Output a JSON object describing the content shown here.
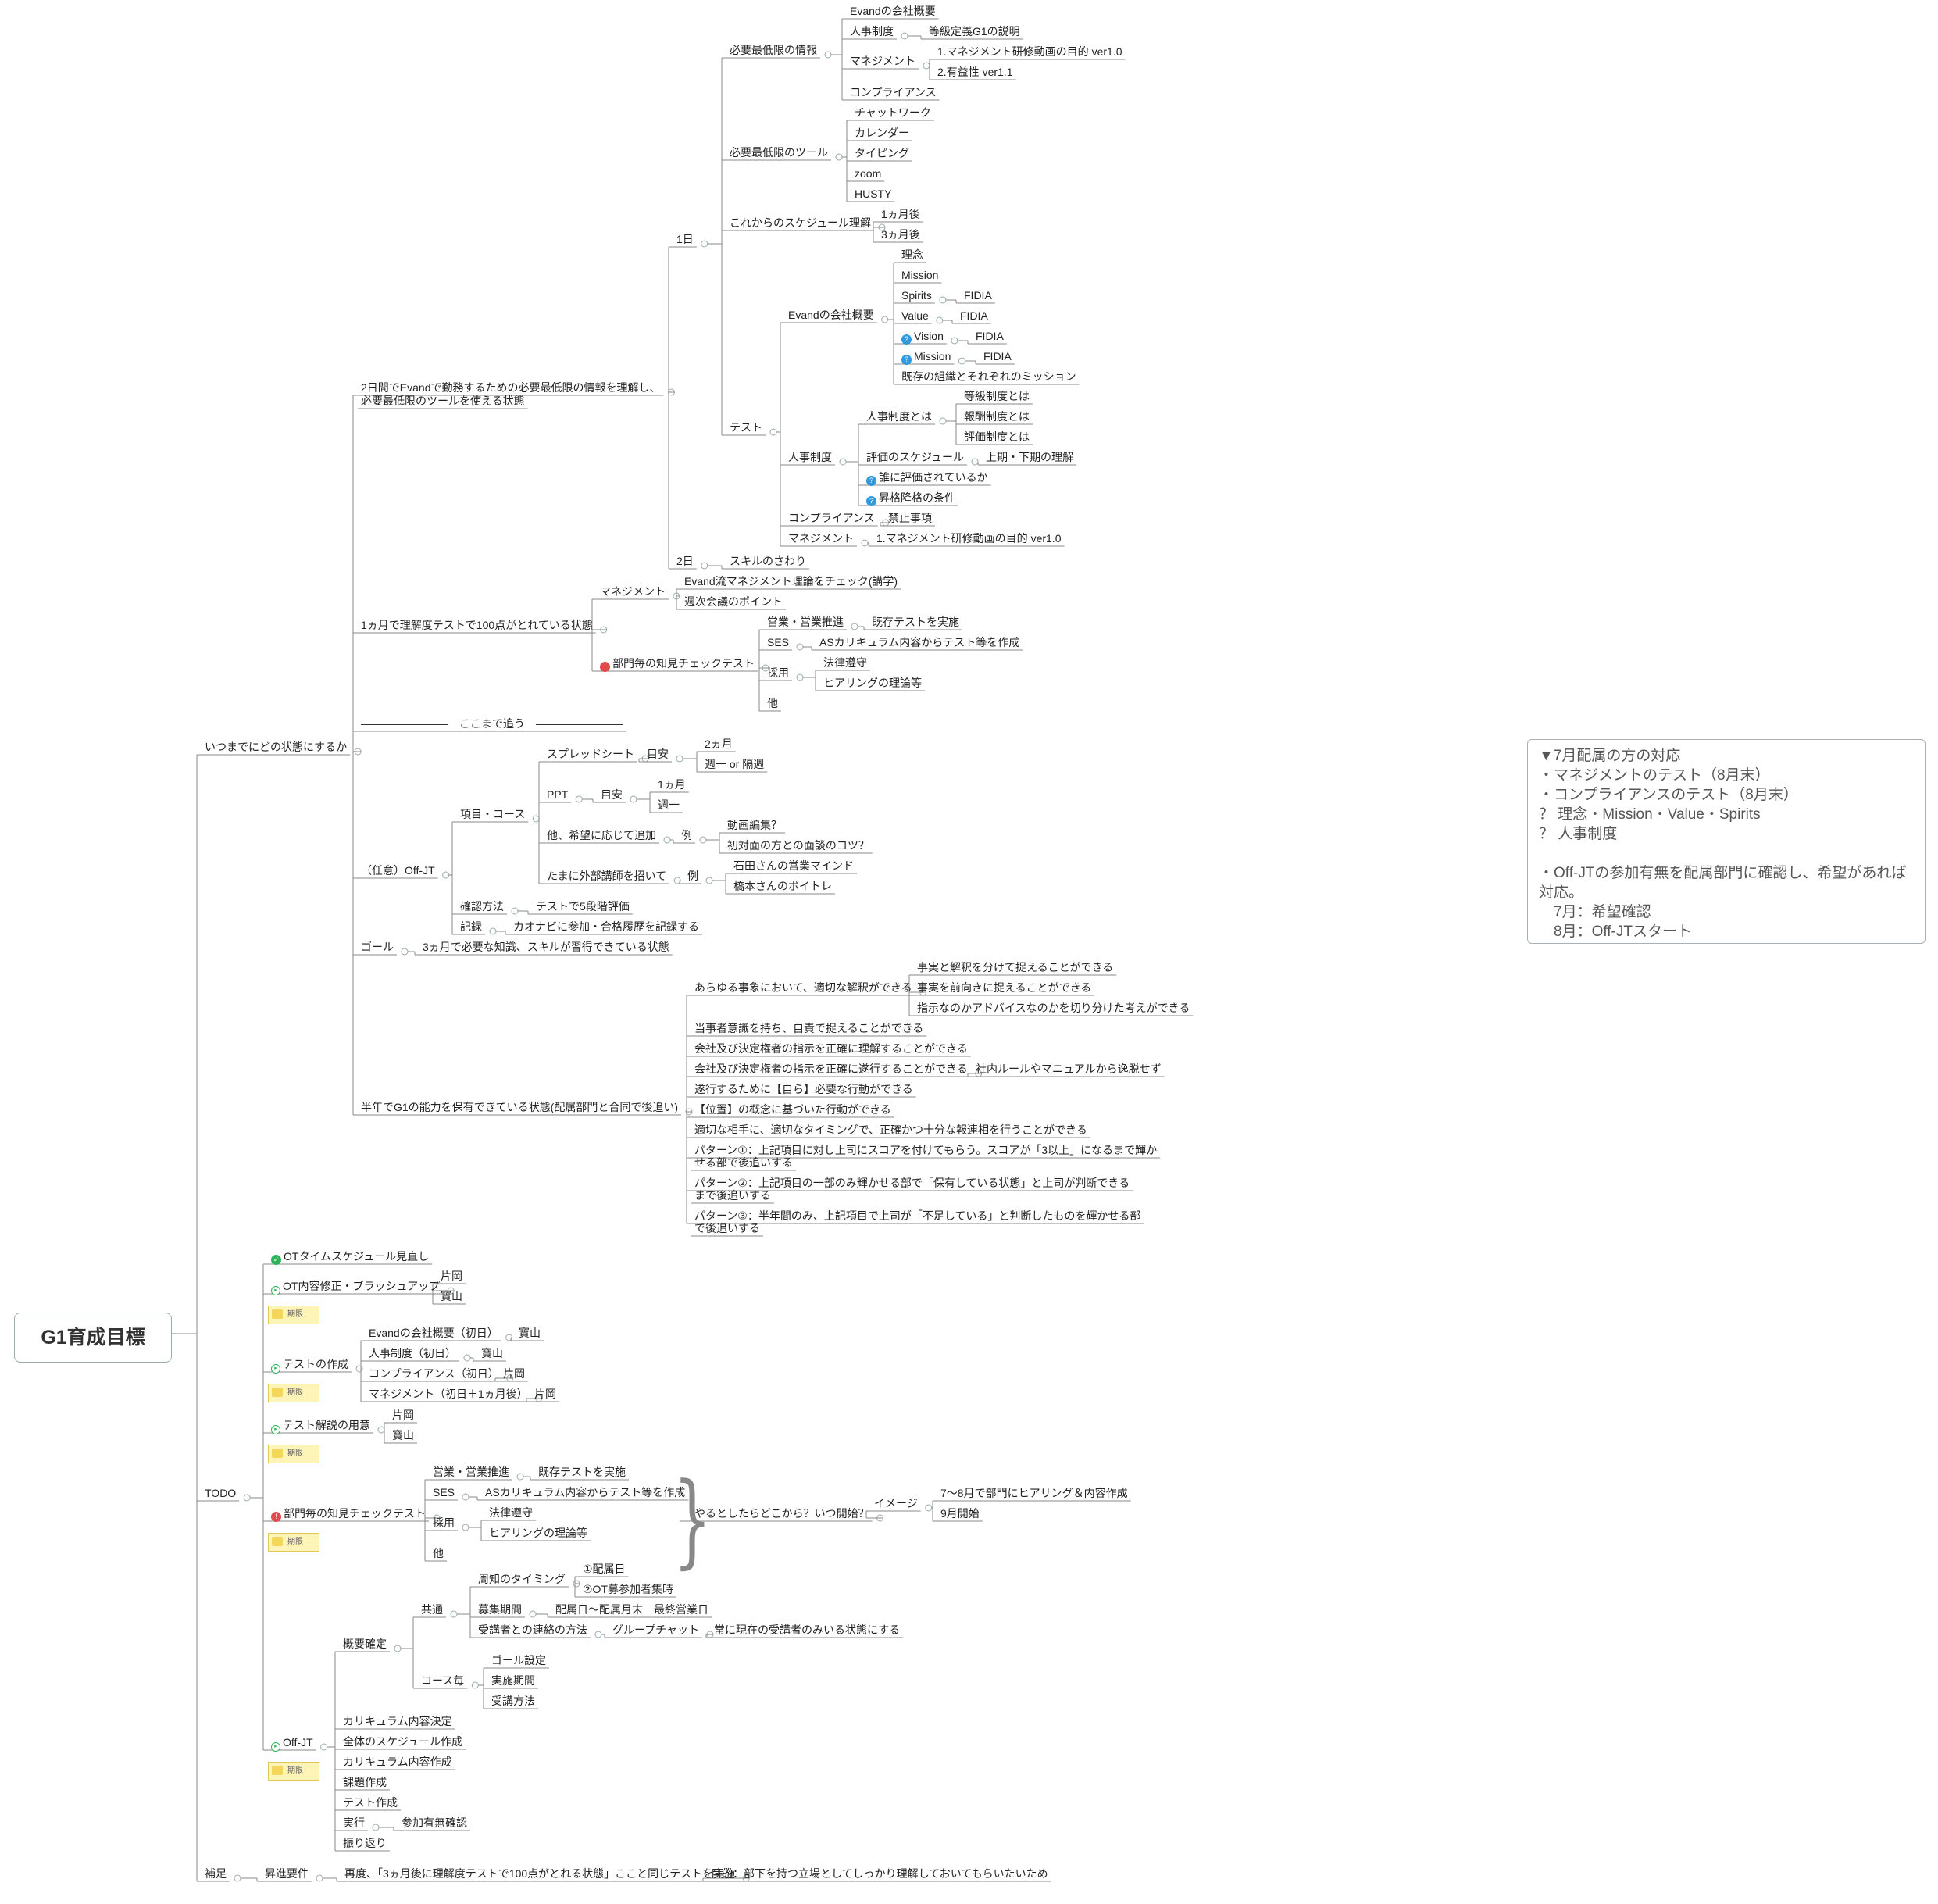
{
  "root": {
    "label": "G1育成目標"
  },
  "nodes": {
    "b1": "いつまでにどの状態にするか",
    "b2": "TODO",
    "b3": "補足",
    "c1": "2日間でEvandで勤務するための必要最低限の情報を理解し、",
    "c1b": "必要最低限のツールを使える状態",
    "d1": "1日",
    "e1": "必要最低限の情報",
    "f1": "Evandの会社概要",
    "f2": "人事制度",
    "g1": "等級定義G1の説明",
    "f3": "マネジメント",
    "g2": "1.マネジメント研修動画の目的 ver1.0",
    "g3": "2.有益性 ver1.1",
    "f4": "コンプライアンス",
    "e2": "必要最低限のツール",
    "f5": "チャットワーク",
    "f6": "カレンダー",
    "f7": "タイピング",
    "f8": "zoom",
    "f9": "HUSTY",
    "e3": "これからのスケジュール理解",
    "f10": "1ヵ月後",
    "f11": "3ヵ月後",
    "e4": "テスト",
    "f12": "Evandの会社概要",
    "g4": "理念",
    "g5": "Mission",
    "g6": "Spirits",
    "h1": "FIDIA",
    "g7": "Value",
    "h2": "FIDIA",
    "g8": "Vision",
    "h3": "FIDIA",
    "g9": "Mission",
    "h4": "FIDIA",
    "g10": "既存の組織とそれぞれのミッション",
    "f13": "人事制度",
    "g11": "人事制度とは",
    "h5": "等級制度とは",
    "h6": "報酬制度とは",
    "h7": "評価制度とは",
    "g12": "評価のスケジュール",
    "h8": "上期・下期の理解",
    "g13": "誰に評価されているか",
    "g14": "昇格降格の条件",
    "f14": "コンプライアンス",
    "g15": "禁止事項",
    "f15": "マネジメント",
    "g16": "1.マネジメント研修動画の目的 ver1.0",
    "d2": "2日",
    "e5": "スキルのさわり",
    "c2": "1ヵ月で理解度テストで100点がとれている状態",
    "d3": "マネジメント",
    "e6": "Evand流マネジメント理論をチェック(講学)",
    "e7": "週次会議のポイント",
    "d4": "部門毎の知見チェックテスト",
    "e8": "営業・営業推進",
    "f16": "既存テストを実施",
    "e9": "SES",
    "f17": "ASカリキュラム内容からテスト等を作成",
    "e10": "採用",
    "f18": "法律遵守",
    "f19": "ヒアリングの理論等",
    "e11": "他",
    "c3": "――――――――　ここまで追う　――――――――",
    "c4": "（任意）Off-JT",
    "d5": "項目・コース",
    "e12": "スプレッドシート",
    "f20": "目安",
    "g17": "2ヵ月",
    "g18": "週一 or 隔週",
    "e13": "PPT",
    "f21": "目安",
    "g19": "1ヵ月",
    "g20": "週一",
    "e14": "他、希望に応じて追加",
    "f22": "例",
    "g21": "動画編集？",
    "g22": "初対面の方との面談のコツ？",
    "e15": "たまに外部講師を招いて",
    "f23": "例",
    "g23": "石田さんの営業マインド",
    "g24": "橋本さんのポイトレ",
    "d6": "確認方法",
    "e16": "テストで5段階評価",
    "d7": "記録",
    "e17": "カオナビに参加・合格履歴を記録する",
    "c5": "ゴール",
    "d8": "3ヵ月で必要な知識、スキルが習得できている状態",
    "c6": "半年でG1の能力を保有できている状態(配属部門と合同で後追い)",
    "d9": "あらゆる事象において、適切な解釈ができる",
    "e18": "事実と解釈を分けて捉えることができる",
    "e19": "事実を前向きに捉えることができる",
    "e20": "指示なのかアドバイスなのかを切り分けた考えができる",
    "d10": "当事者意識を持ち、自責で捉えることができる",
    "d11": "会社及び決定権者の指示を正確に理解することができる",
    "d12": "会社及び決定権者の指示を正確に遂行することができる",
    "e21": "社内ルールやマニュアルから逸脱せず",
    "d13": "遂行するために【自ら】必要な行動ができる",
    "d14": "【位置】の概念に基づいた行動ができる",
    "d15": "適切な相手に、適切なタイミングで、正確かつ十分な報連相を行うことができる",
    "d16a": "パターン①：上記項目に対し上司にスコアを付けてもらう。スコアが「3以上」になるまで輝か",
    "d16b": "せる部で後追いする",
    "d17a": "パターン②：上記項目の一部のみ輝かせる部で「保有している状態」と上司が判断できる",
    "d17b": "まで後追いする",
    "d18a": "パターン③：半年間のみ、上記項目で上司が「不足している」と判断したものを輝かせる部",
    "d18b": "で後追いする",
    "t1": "OTタイムスケジュール見直し",
    "t2": "OT内容修正・ブラッシュアップ",
    "t2a": "片岡",
    "t2b": "寶山",
    "t3": "テストの作成",
    "t3a": "Evandの会社概要（初日）",
    "t3a1": "寶山",
    "t3b": "人事制度（初日）",
    "t3b1": "寶山",
    "t3c": "コンプライアンス（初日）",
    "t3c1": "片岡",
    "t3d": "マネジメント（初日＋1ヵ月後）",
    "t3d1": "片岡",
    "t4": "テスト解説の用意",
    "t4a": "片岡",
    "t4b": "寶山",
    "t5": "部門毎の知見チェックテスト",
    "t5a": "営業・営業推進",
    "t5a1": "既存テストを実施",
    "t5b": "SES",
    "t5b1": "ASカリキュラム内容からテスト等を作成",
    "t5c": "採用",
    "t5c1": "法律遵守",
    "t5c2": "ヒアリングの理論等",
    "t5d": "他",
    "t5s": "やるとしたらどこから？いつ開始？",
    "t5s1": "イメージ",
    "t5s2": "7～8月で部門にヒアリング＆内容作成",
    "t5s3": "9月開始",
    "t6": "Off-JT",
    "t6a": "概要確定",
    "t6a1": "共通",
    "t6a11": "周知のタイミング",
    "t6a111": "①配属日",
    "t6a112": "②OT募参加者集時",
    "t6a12": "募集期間",
    "t6a121": "配属日～配属月末　最終営業日",
    "t6a13": "受講者との連絡の方法",
    "t6a131": "グループチャット",
    "t6a132": "常に現在の受講者のみいる状態にする",
    "t6a2": "コース毎",
    "t6a21": "ゴール設定",
    "t6a22": "実施期間",
    "t6a23": "受講方法",
    "t6b": "カリキュラム内容決定",
    "t6c": "全体のスケジュール作成",
    "t6d": "カリキュラム内容作成",
    "t6e": "課題作成",
    "t6f": "テスト作成",
    "t6g": "実行",
    "t6g1": "参加有無確認",
    "t6h": "振り返り",
    "s1": "昇進要件",
    "s2": "再度、「3ヵ月後に理解度テストで100点がとれる状態」ここと同じテストを実施",
    "s3": "目的：部下を持つ立場としてしっかり理解しておいてもらいたいため"
  },
  "deadline_label": "期限",
  "note": {
    "lines": [
      "▼7月配属の方の対応",
      "・マネジメントのテスト（8月末）",
      "・コンプライアンスのテスト（8月末）",
      "？ 理念・Mission・Value・Spirits",
      "？ 人事制度",
      "",
      "・Off-JTの参加有無を配属部門に確認し、希望があれば",
      "対応。",
      "　7月：希望確認",
      "　8月：Off-JTスタート"
    ]
  },
  "colors": {
    "line": "#8a8a8a",
    "badge_blue": "#2f9ae0",
    "badge_red": "#e24a4a",
    "badge_green": "#2bb55a"
  }
}
